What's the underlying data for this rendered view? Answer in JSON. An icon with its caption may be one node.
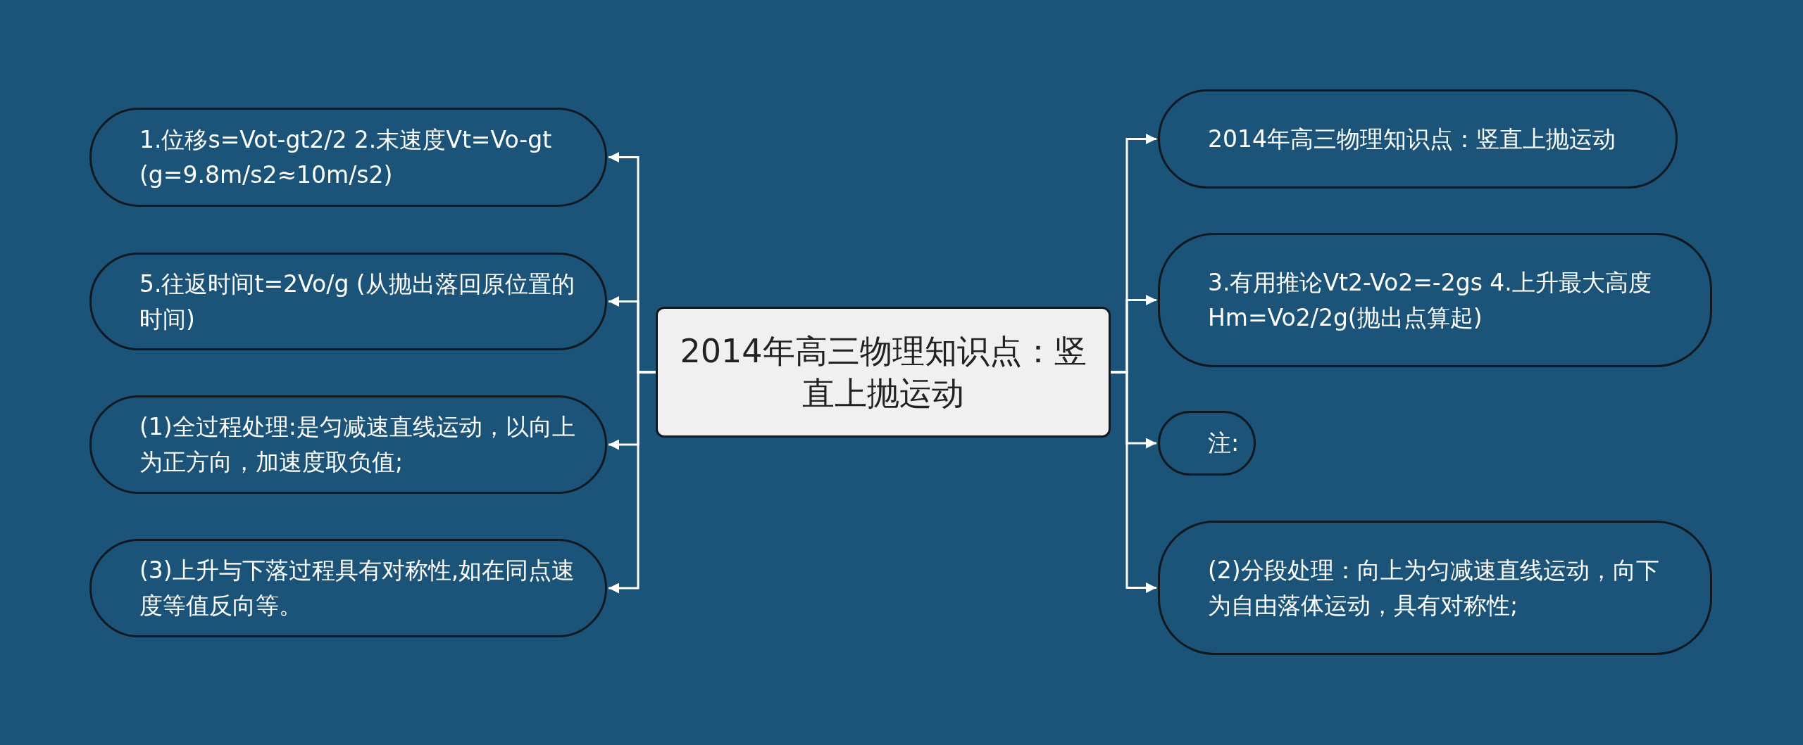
{
  "diagram": {
    "nodes": [
      {
        "text": [
          "2014年高三物理知识点：竖直上抛运动"
        ]
      },
      {
        "text": [
          "1.位移s=Vot-gt2/2 2.末速度Vt=Vo-gt (g=9.8m/s2≈10m/s2)"
        ]
      },
      {
        "text": [
          "5.往返时间t=2Vo/g (从抛出落回原位置的时间)"
        ]
      },
      {
        "text": [
          "(1)全过程处理:是匀减速直线运动，以向上为正方向，加速度取负值;"
        ]
      },
      {
        "text": [
          "(3)上升与下落过程具有对称性,如在同点速度等值反向等。"
        ]
      },
      {
        "text": [
          "2014年高三物理知识点：竖直上抛运动"
        ]
      },
      {
        "text": [
          "3.有用推论Vt2-Vo2=-2gs 4.上升最大高度Hm=Vo2/2g(抛出点算起)"
        ]
      },
      {
        "text": [
          "注:"
        ]
      },
      {
        "text": [
          "(2)分段处理：向上为匀减速直线运动，向下为自由落体运动，具有对称性;"
        ]
      }
    ],
    "edges": [
      {
        "from": 0,
        "to": 1,
        "arrow": "to"
      },
      {
        "from": 0,
        "to": 2,
        "arrow": "to"
      },
      {
        "from": 0,
        "to": 3,
        "arrow": "to"
      },
      {
        "from": 0,
        "to": 4,
        "arrow": "to"
      },
      {
        "from": 0,
        "to": 5,
        "arrow": "to"
      },
      {
        "from": 0,
        "to": 6,
        "arrow": "to"
      },
      {
        "from": 0,
        "to": 7,
        "arrow": "to"
      },
      {
        "from": 0,
        "to": 8,
        "arrow": "to"
      }
    ]
  }
}
